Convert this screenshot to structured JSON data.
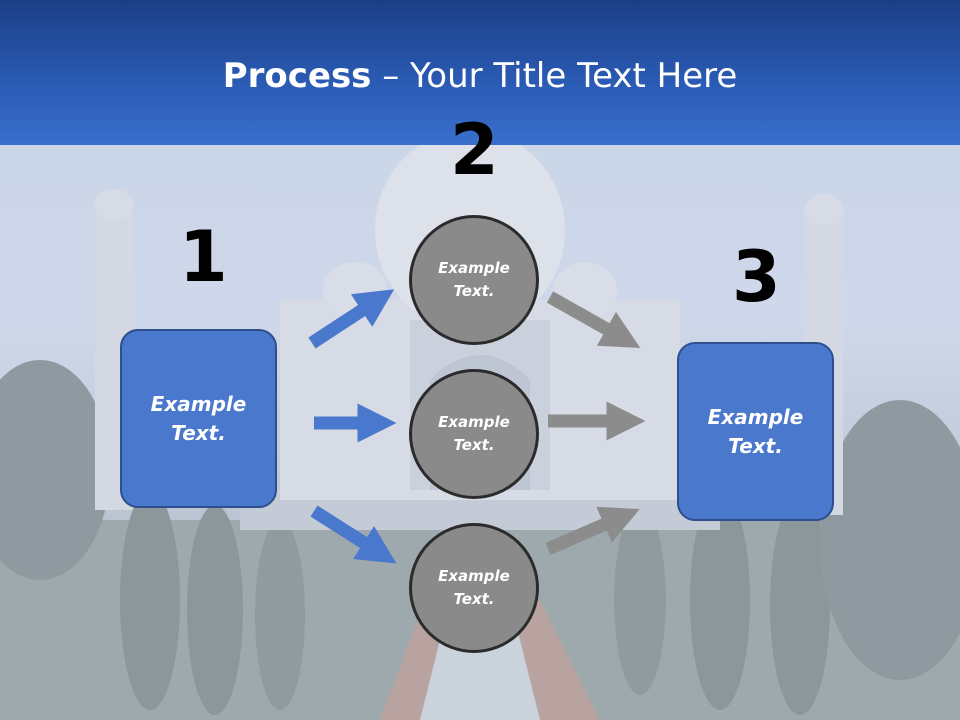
{
  "slide": {
    "title_bold": "Process",
    "title_rest": " – Your Title Text Here",
    "steps": [
      {
        "number": "1",
        "text": "Example Text."
      },
      {
        "number": "2",
        "text": "Example Text."
      },
      {
        "number": "3",
        "text": "Example Text."
      }
    ],
    "middle_circles": [
      "Example Text.",
      "Example Text.",
      "Example Text."
    ]
  },
  "colors": {
    "header_blue": "#2b5cb6",
    "box_blue": "#4a78cc",
    "circle_gray": "#8a8a8a",
    "arrow_blue": "#4a78cc",
    "arrow_gray": "#8c8c8c"
  }
}
